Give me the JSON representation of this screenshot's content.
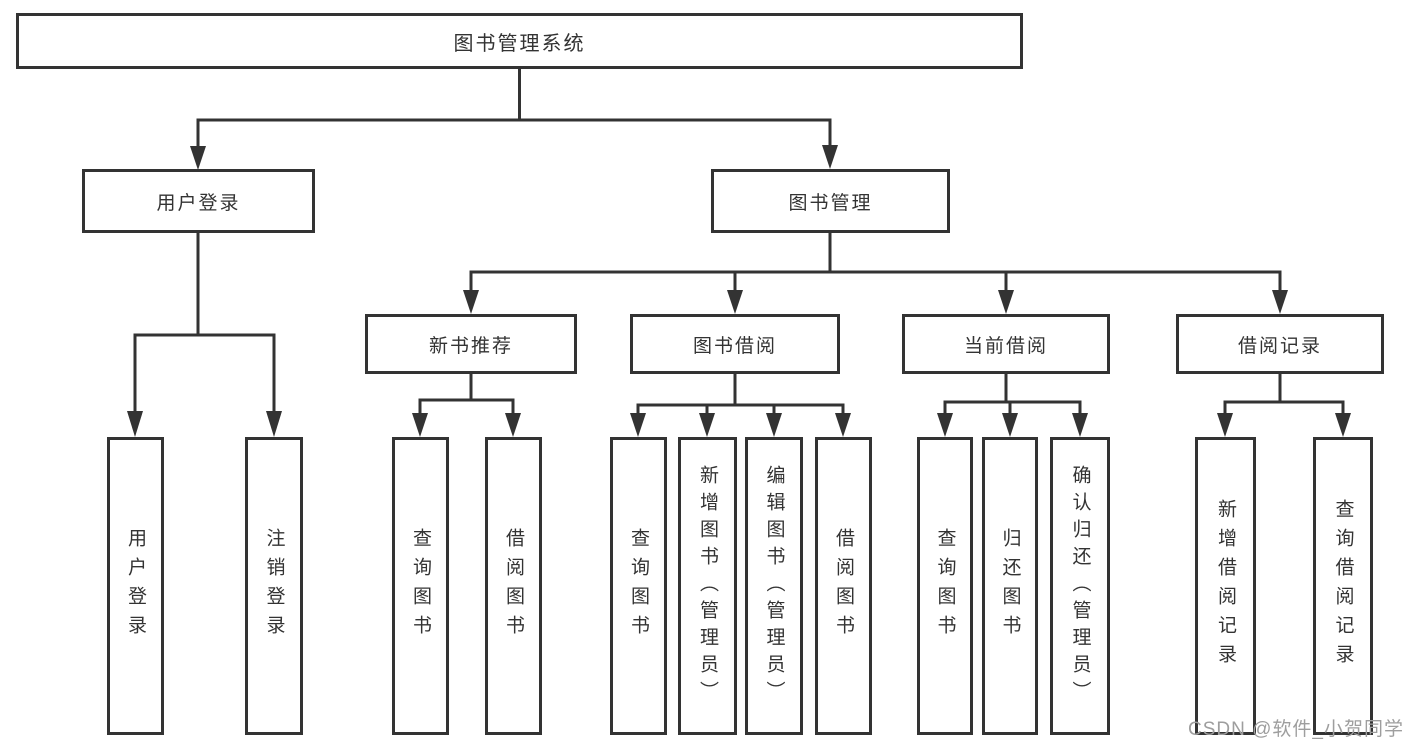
{
  "diagram": {
    "type": "hierarchy-tree",
    "colors": {
      "line": "#333333",
      "box_border": "#333333",
      "box_fill": "#ffffff",
      "text": "#333333",
      "watermark_text_color": "#9e9e9e"
    },
    "nodes": {
      "root": {
        "label": "图书管理系统"
      },
      "level1": [
        {
          "label": "用户登录"
        },
        {
          "label": "图书管理"
        }
      ],
      "level2": [
        {
          "label": "新书推荐",
          "parent": "图书管理"
        },
        {
          "label": "图书借阅",
          "parent": "图书管理"
        },
        {
          "label": "当前借阅",
          "parent": "图书管理"
        },
        {
          "label": "借阅记录",
          "parent": "图书管理"
        }
      ],
      "leaves": [
        {
          "label": "用户登录",
          "parent": "用户登录"
        },
        {
          "label": "注销登录",
          "parent": "用户登录"
        },
        {
          "label": "查询图书",
          "parent": "新书推荐"
        },
        {
          "label": "借阅图书",
          "parent": "新书推荐"
        },
        {
          "label": "查询图书",
          "parent": "图书借阅"
        },
        {
          "label": "新增图书（管理员）",
          "parent": "图书借阅"
        },
        {
          "label": "编辑图书（管理员）",
          "parent": "图书借阅"
        },
        {
          "label": "借阅图书",
          "parent": "图书借阅"
        },
        {
          "label": "查询图书",
          "parent": "当前借阅"
        },
        {
          "label": "归还图书",
          "parent": "当前借阅"
        },
        {
          "label": "确认归还（管理员）",
          "parent": "当前借阅"
        },
        {
          "label": "新增借阅记录",
          "parent": "借阅记录"
        },
        {
          "label": "查询借阅记录",
          "parent": "借阅记录"
        }
      ]
    }
  },
  "watermark": {
    "text": "CSDN @软件_小贺同学"
  }
}
